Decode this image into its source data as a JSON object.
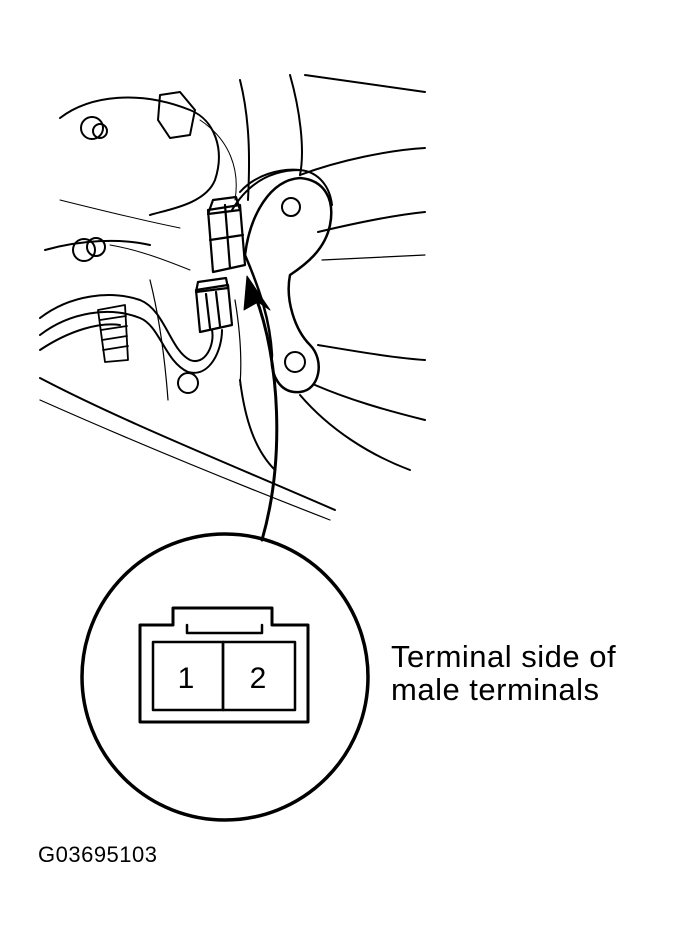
{
  "callout": {
    "line1": "Terminal side of",
    "line2": "male terminals"
  },
  "connector": {
    "terminal_1": "1",
    "terminal_2": "2"
  },
  "figure_code": "G03695103",
  "colors": {
    "ink": "#000000",
    "background": "#ffffff"
  }
}
